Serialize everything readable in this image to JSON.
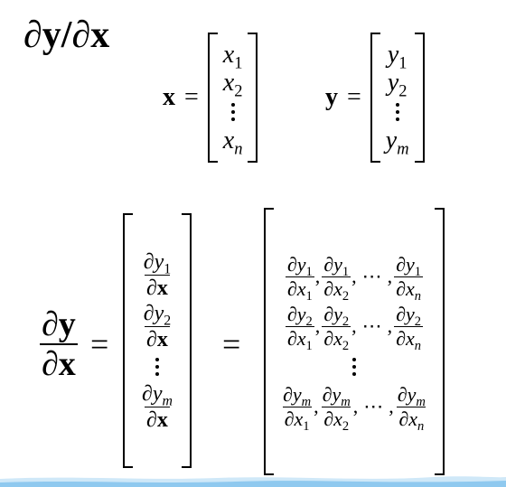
{
  "title": {
    "d": "∂",
    "y": "y",
    "slash": "/",
    "x": "x"
  },
  "vec_x": {
    "lhs": "x",
    "eq": "=",
    "items": [
      "x_1",
      "x_2",
      "x_n"
    ],
    "base": "x",
    "subs": [
      "1",
      "2",
      "n"
    ]
  },
  "vec_y": {
    "lhs": "y",
    "eq": "=",
    "base": "y",
    "subs": [
      "1",
      "2",
      "m"
    ]
  },
  "deriv": {
    "partial": "∂",
    "y": "y",
    "x": "x",
    "eq": "=",
    "col_subs": [
      "1",
      "2",
      "m"
    ],
    "row_subs": [
      "1",
      "2",
      "m"
    ],
    "col_den_subs": [
      "1",
      "2",
      "n"
    ],
    "cdots": "⋯",
    "comma": ","
  },
  "colors": {
    "background": "#ffffff",
    "text": "#000000",
    "wave": "#8fc9ef"
  }
}
